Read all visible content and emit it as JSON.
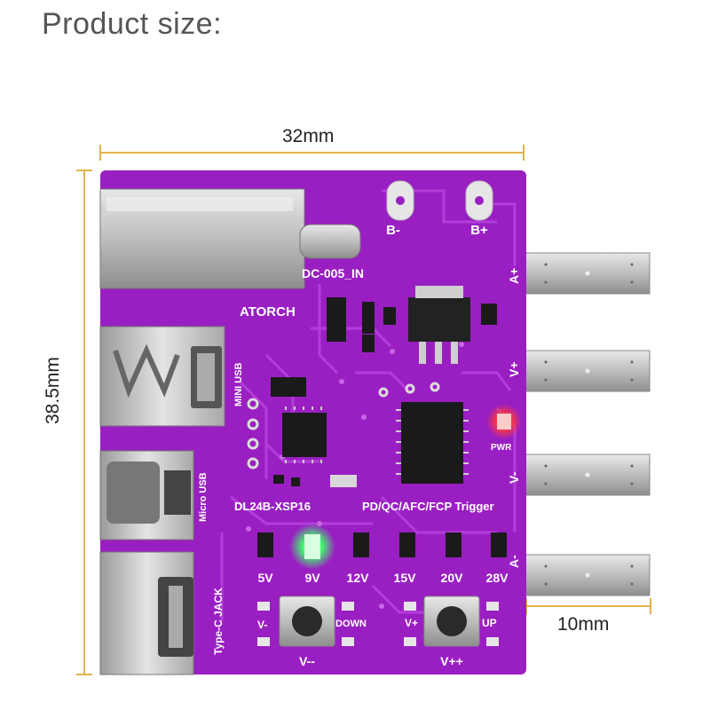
{
  "title": "Product size:",
  "dimensions": {
    "width": "32mm",
    "height": "38.5mm",
    "tab": "10mm"
  },
  "colors": {
    "pcb": "#9a1fc2",
    "pcb_dark": "#7a149e",
    "trace": "#b640d8",
    "dimension_line": "#e3b24a",
    "silk": "#ffffff",
    "metal": "#c9c9c9",
    "led_green": "#3dff6a",
    "led_red": "#ff3a3a"
  },
  "board_labels": {
    "b_minus": "B-",
    "b_plus": "B+",
    "dc_in": "DC-005_IN",
    "brand": "ATORCH",
    "mini_usb": "MINI USB",
    "micro_usb": "Micro USB",
    "type_c": "Type-C JACK",
    "model": "DL24B-XSP16",
    "trigger": "PD/QC/AFC/FCP Trigger",
    "pwr": "PWR",
    "a_plus": "A+",
    "v_plus": "V+",
    "v_minus": "V-",
    "a_minus": "A-",
    "v5": "5V",
    "v9": "9V",
    "v12": "12V",
    "v15": "15V",
    "v20": "20V",
    "v28": "28V",
    "btn_left_minus": "V-",
    "btn_left_down": "DOWN",
    "btn_left_name": "V--",
    "btn_right_plus": "V+",
    "btn_right_up": "UP",
    "btn_right_name": "V++"
  }
}
